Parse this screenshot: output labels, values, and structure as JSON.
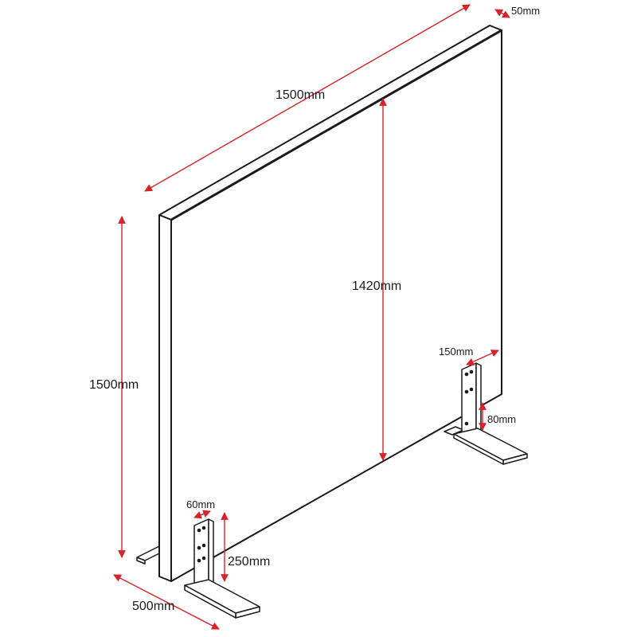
{
  "dimensions": {
    "panel_width": "1500mm",
    "panel_depth": "50mm",
    "panel_height": "1500mm",
    "inner_height": "1420mm",
    "foot_length": "500mm",
    "bracket_width_left": "60mm",
    "bracket_height_left": "250mm",
    "bracket_width_right": "150mm",
    "bracket_offset_right": "80mm"
  },
  "colors": {
    "outline": "#1a1a1a",
    "dimension": "#d9222a",
    "background": "#ffffff"
  }
}
